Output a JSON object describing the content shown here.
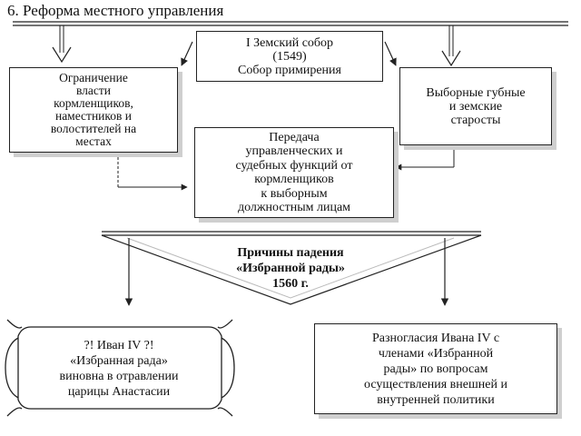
{
  "title": "6. Реформа местного управления",
  "sobor": {
    "lines": [
      "I Земский собор",
      "(1549)",
      "Собор примирения"
    ]
  },
  "left_box": {
    "lines": [
      "Ограничение",
      "власти",
      "кормленщиков,",
      "наместников и",
      "волостителей на",
      "местах"
    ]
  },
  "right_box": {
    "lines": [
      "Выборные губные",
      "и земские",
      "старосты"
    ]
  },
  "center_box": {
    "lines": [
      "Передача",
      "управленческих и",
      "судебных функций от",
      "кормленщиков",
      "к выборным",
      "должностным лицам"
    ]
  },
  "causes": {
    "lines": [
      "Причины падения",
      "«Избранной рады»",
      "1560 г."
    ]
  },
  "cause_left": {
    "lines": [
      "?! Иван IV ?!",
      "«Избранная рада»",
      "виновна в отравлении",
      "царицы Анастасии"
    ]
  },
  "cause_right": {
    "lines": [
      "Разногласия Ивана IV с",
      "членами «Избранной",
      "рады» по вопросам",
      "осуществления внешней и",
      "внутренней политики"
    ]
  },
  "colors": {
    "line": "#222222",
    "shadow": "#cfcfcf",
    "background": "#ffffff"
  }
}
